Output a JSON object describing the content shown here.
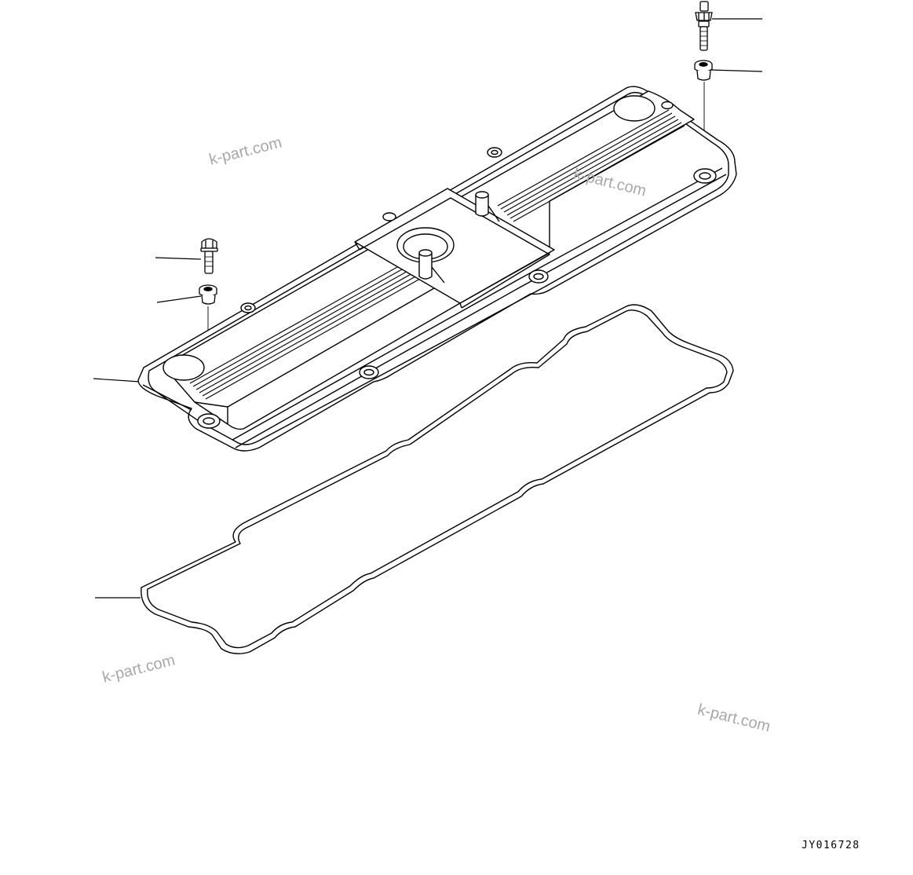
{
  "watermarks": [
    "k-part.com",
    "k-part.com",
    "k-part.com",
    "k-part.com"
  ],
  "drawing_code": "JY016728",
  "colors": {
    "line": "#000000",
    "background": "#ffffff",
    "watermark": "#a8a8a8"
  },
  "parts": [
    {
      "name": "upper-bolt"
    },
    {
      "name": "upper-spacer"
    },
    {
      "name": "lower-bolt"
    },
    {
      "name": "lower-spacer"
    },
    {
      "name": "cylinder-head-cover"
    },
    {
      "name": "cover-gasket"
    }
  ]
}
